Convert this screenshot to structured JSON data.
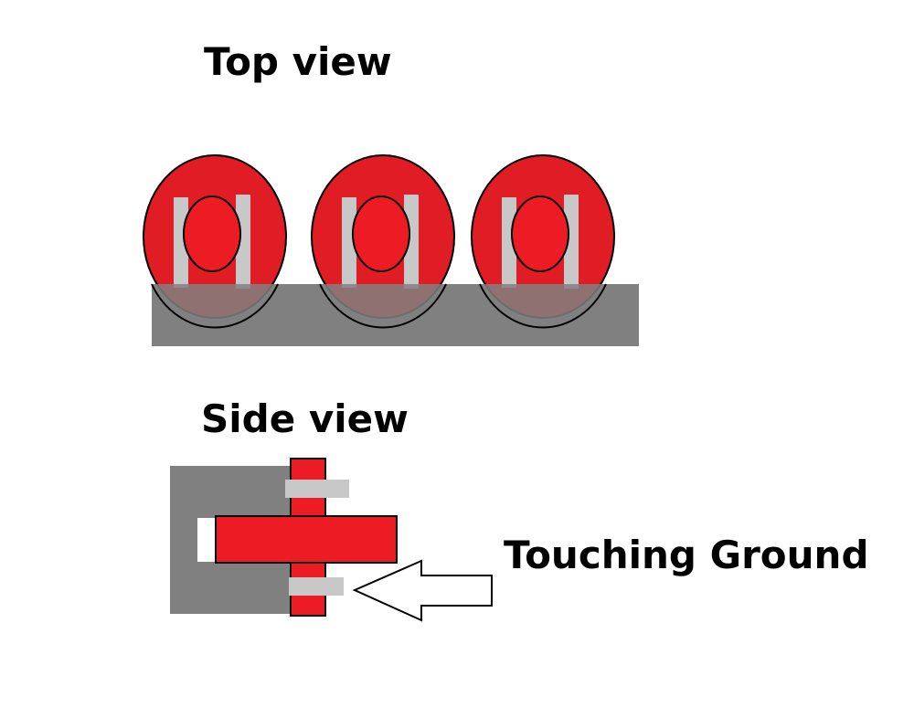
{
  "titles": {
    "top_view": "Top view",
    "side_view": "Side view"
  },
  "annotation": {
    "touching_ground": "Touching Ground"
  },
  "colors": {
    "background": "#ffffff",
    "part_red": "#e01c24",
    "hub_red": "#ed1c24",
    "ground_gray": "#808080",
    "clip_gray": "#c8c8c8",
    "outline": "#000000"
  }
}
